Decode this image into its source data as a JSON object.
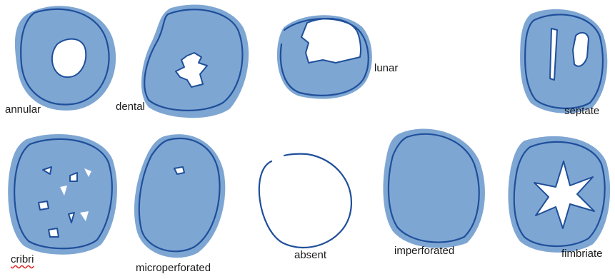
{
  "diagram": {
    "items": [
      {
        "key": "annular",
        "label": "annular"
      },
      {
        "key": "dental",
        "label": "dental"
      },
      {
        "key": "lunar",
        "label": "lunar"
      },
      {
        "key": "septate",
        "label": "septate"
      },
      {
        "key": "cribri",
        "label": "cribri"
      },
      {
        "key": "microperforated",
        "label": "microperforated"
      },
      {
        "key": "absent",
        "label": "absent"
      },
      {
        "key": "imperforated",
        "label": "imperforated"
      },
      {
        "key": "fimbriate",
        "label": "fimbriate"
      }
    ]
  },
  "colors": {
    "fill": "#7ea6d3",
    "ink": "#1f4f9a",
    "spellcheck": "#d22222"
  }
}
